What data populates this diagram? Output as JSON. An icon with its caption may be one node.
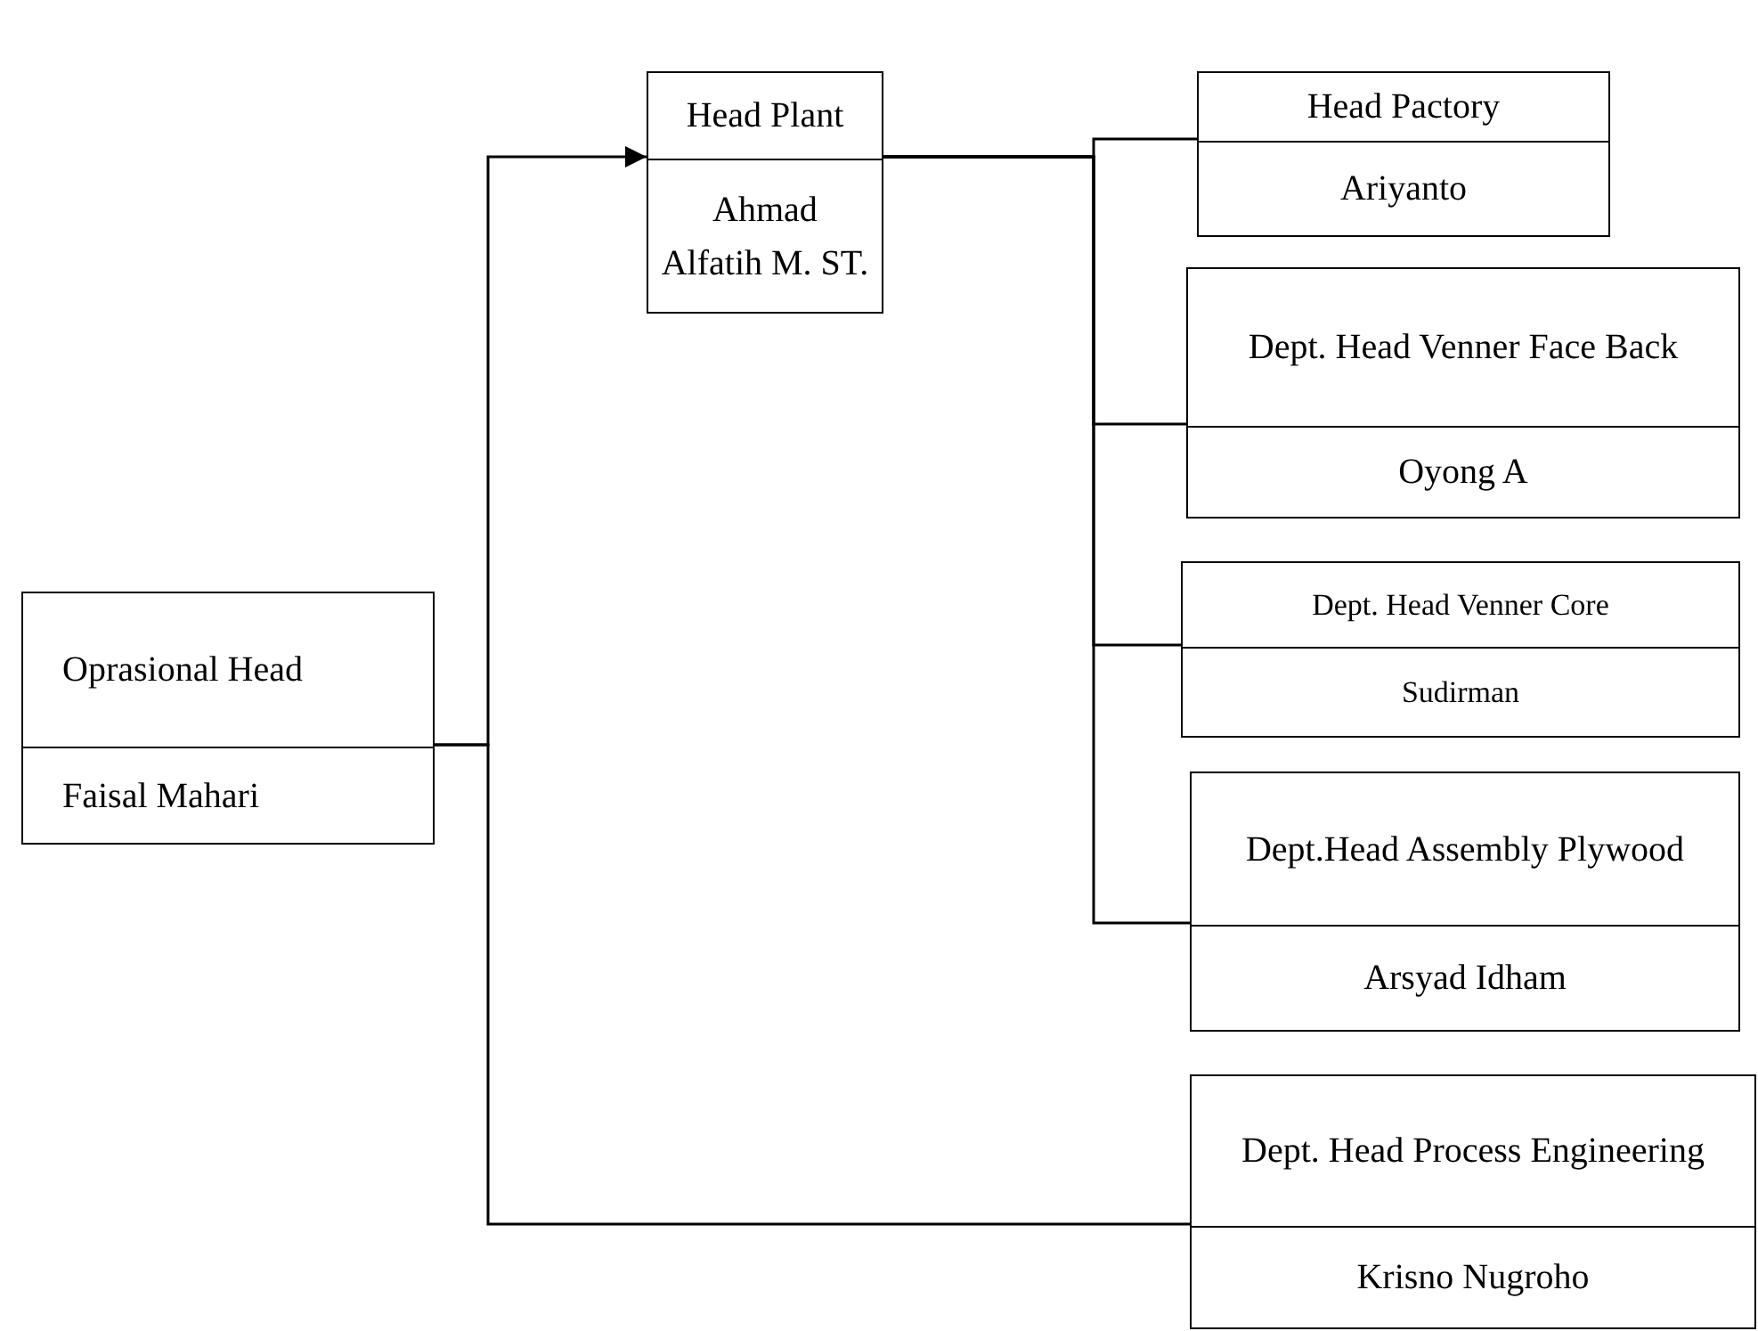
{
  "diagram": {
    "nodes": [
      {
        "text": [
          "Oprasional Head",
          "Faisal Mahari"
        ]
      },
      {
        "text": [
          "Head Plant",
          "Ahmad Alfatih M. ST."
        ]
      },
      {
        "text": [
          "Head Pactory",
          "Ariyanto"
        ]
      },
      {
        "text": [
          "Dept. Head Venner Face Back",
          "Oyong A"
        ]
      },
      {
        "text": [
          "Dept. Head Venner Core",
          "Sudirman"
        ]
      },
      {
        "text": [
          "Dept.Head Assembly Plywood",
          "Arsyad Idham"
        ]
      },
      {
        "text": [
          "Dept. Head Process Engineering",
          "Krisno Nugroho"
        ]
      }
    ],
    "edges": [
      {
        "from": 0,
        "to": 1,
        "arrow": "to"
      },
      {
        "from": 1,
        "to": 2,
        "arrow": "none"
      },
      {
        "from": 1,
        "to": 3,
        "arrow": "none"
      },
      {
        "from": 1,
        "to": 4,
        "arrow": "none"
      },
      {
        "from": 1,
        "to": 5,
        "arrow": "none"
      },
      {
        "from": 0,
        "to": 6,
        "arrow": "none"
      }
    ]
  }
}
